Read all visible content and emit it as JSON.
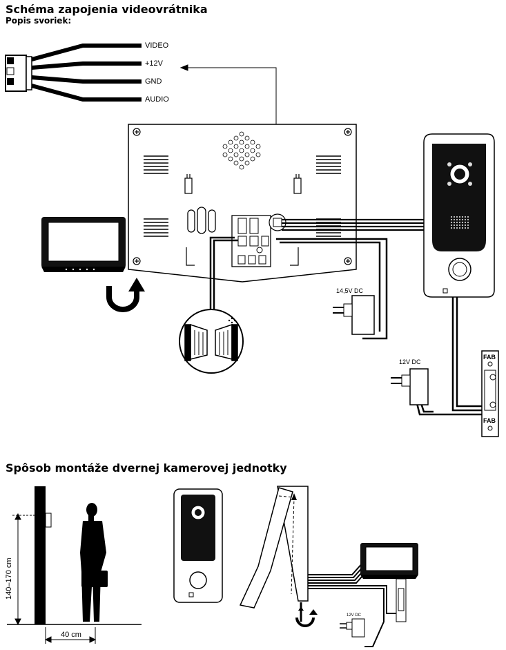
{
  "header": {
    "title": "Schéma zapojenia videovrátnika",
    "subtitle": "Popis svoriek:"
  },
  "wires": {
    "video": "VIDEO",
    "power": "+12V",
    "ground": "GND",
    "audio": "AUDIO"
  },
  "power_supplies": {
    "monitor_adapter": "14,5V DC",
    "lock_adapter": "12V DC",
    "small_adapter": "12V DC"
  },
  "lock": {
    "top_mark": "FAB",
    "bottom_mark": "FAB"
  },
  "mounting": {
    "title": "Spôsob montáže dvernej kamerovej jednotky",
    "height_label": "140–170 cm",
    "distance_label": "40 cm"
  }
}
